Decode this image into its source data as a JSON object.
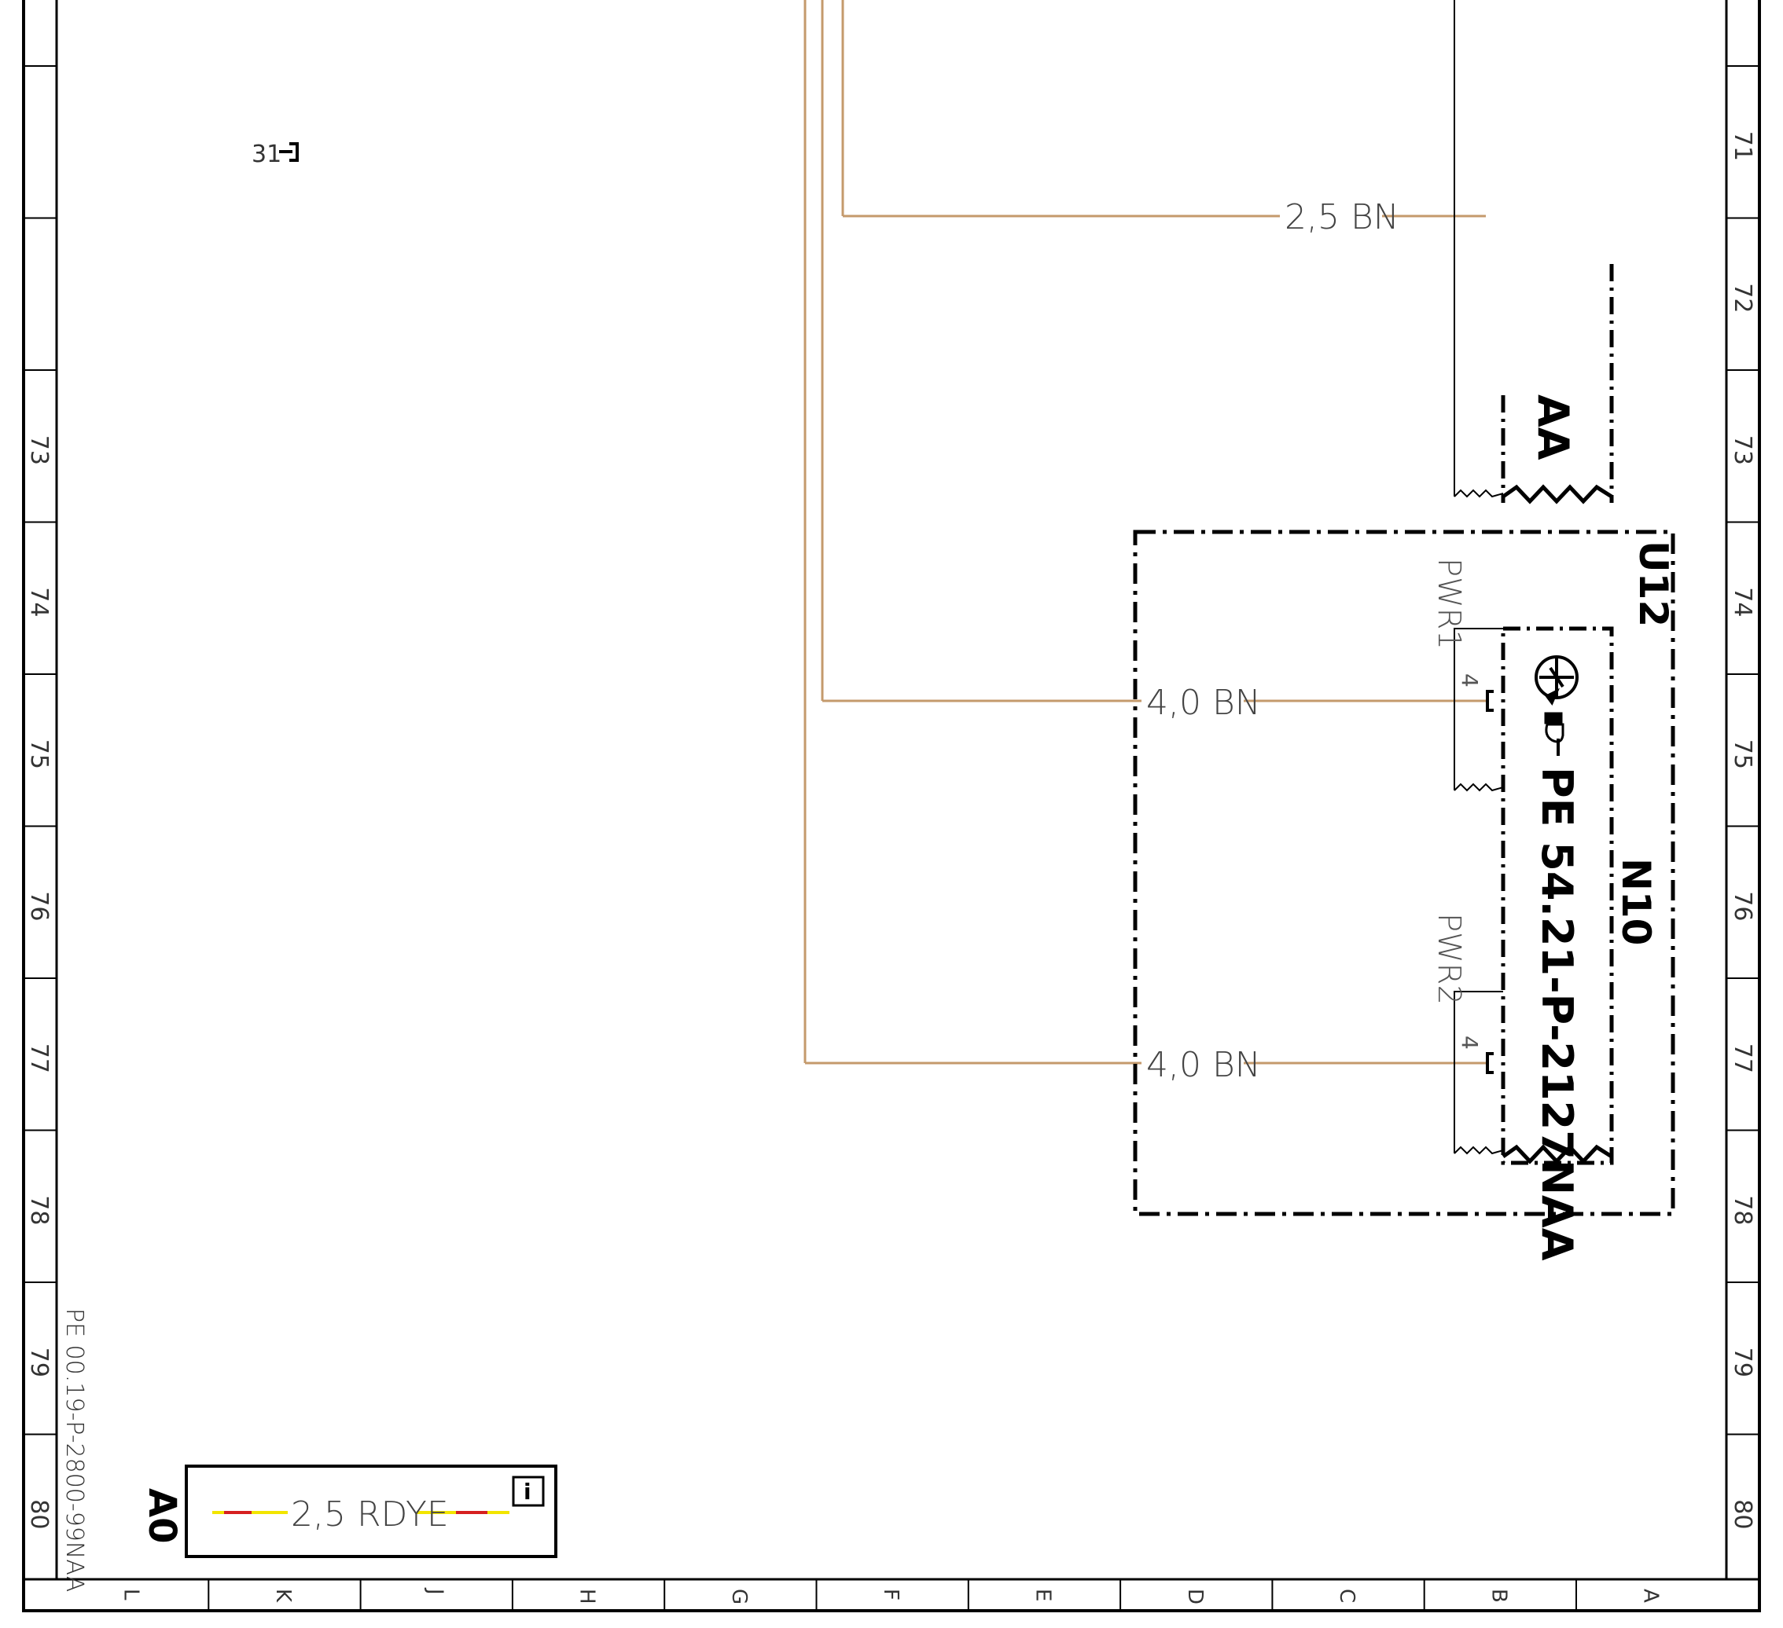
{
  "colors": {
    "frame": "#000000",
    "wire_bn": "#C49A6C",
    "rd": "#D62020",
    "ye": "#F2E500",
    "text_grey": "#555555"
  },
  "frame": {
    "row_labels": [
      "71",
      "72",
      "73",
      "74",
      "75",
      "76",
      "77",
      "78",
      "79",
      "80"
    ],
    "col_labels": [
      "L",
      "K",
      "J",
      "H",
      "G",
      "F",
      "E",
      "D",
      "C",
      "B",
      "A"
    ]
  },
  "drawing_number": "PE 00.19-P-2800-99NAA",
  "ground_ref": {
    "label": "31"
  },
  "wires": {
    "top_label": "2,5 BN",
    "pwr1_label": "4,0 BN",
    "pwr2_label": "4,0 BN"
  },
  "connector_upper": {
    "label": "AA"
  },
  "module_u12": {
    "label": "U12",
    "inner_label": "N10",
    "pin_pwr1_name": "PWR1",
    "pin_pwr1_num": "4",
    "pin_pwr2_name": "PWR2",
    "pin_pwr2_num": "4",
    "reference": "PE 54.21-P-2127NAA",
    "transistor_icon": "transistor-symbol",
    "pointer_icon": "pointing-hand"
  },
  "legend": {
    "designator": "A0",
    "wire_label": "2,5 RDYE",
    "info_icon": "info-icon",
    "info_glyph": "i"
  }
}
